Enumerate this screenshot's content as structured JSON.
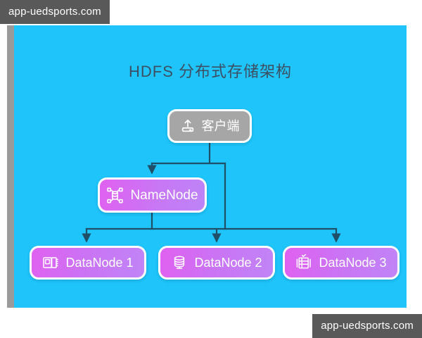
{
  "watermarks": {
    "top_left": "app-uedsports.com",
    "bottom_right": "app-uedsports.com"
  },
  "diagram": {
    "title": "HDFS 分布式存储架构",
    "background_color": "#1ec4fa",
    "connector_color": "#1f5068",
    "nodes": {
      "client": {
        "label": "客户端",
        "icon": "upload-device-icon",
        "color": "#a6a6a6"
      },
      "namenode": {
        "label": "NameNode",
        "icon": "distributed-database-icon",
        "color": "#d06bf2"
      },
      "datanodes": [
        {
          "label": "DataNode 1",
          "icon": "file-storage-icon",
          "color": "#d06bf2"
        },
        {
          "label": "DataNode 2",
          "icon": "database-icon",
          "color": "#d06bf2"
        },
        {
          "label": "DataNode 3",
          "icon": "server-rack-check-icon",
          "color": "#d06bf2"
        }
      ]
    }
  }
}
